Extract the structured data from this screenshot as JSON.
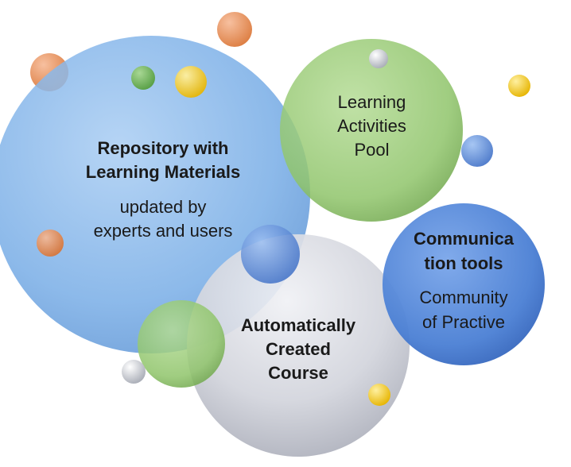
{
  "circles": {
    "repository": {
      "title_lines": [
        "Repository with",
        "Learning Materials"
      ],
      "body_lines": [
        "updated by",
        "experts and users"
      ],
      "color": "#6fa8e0"
    },
    "activities": {
      "body_lines": [
        "Learning",
        "Activities",
        "Pool"
      ],
      "color": "#8fc46a"
    },
    "communication": {
      "title_lines": [
        "Communica",
        "tion tools"
      ],
      "body_lines": [
        "Community",
        "of Practive"
      ],
      "color": "#4a7fd4"
    },
    "course": {
      "title_lines": [
        "Automatically",
        "Created",
        "Course"
      ],
      "color": "#c4c6d0"
    }
  },
  "accent_colors": {
    "orange": "#e8874a",
    "green": "#6fb04a",
    "yellow": "#f2c414",
    "blue": "#4a7fd4",
    "gray": "#c8ccd4"
  }
}
